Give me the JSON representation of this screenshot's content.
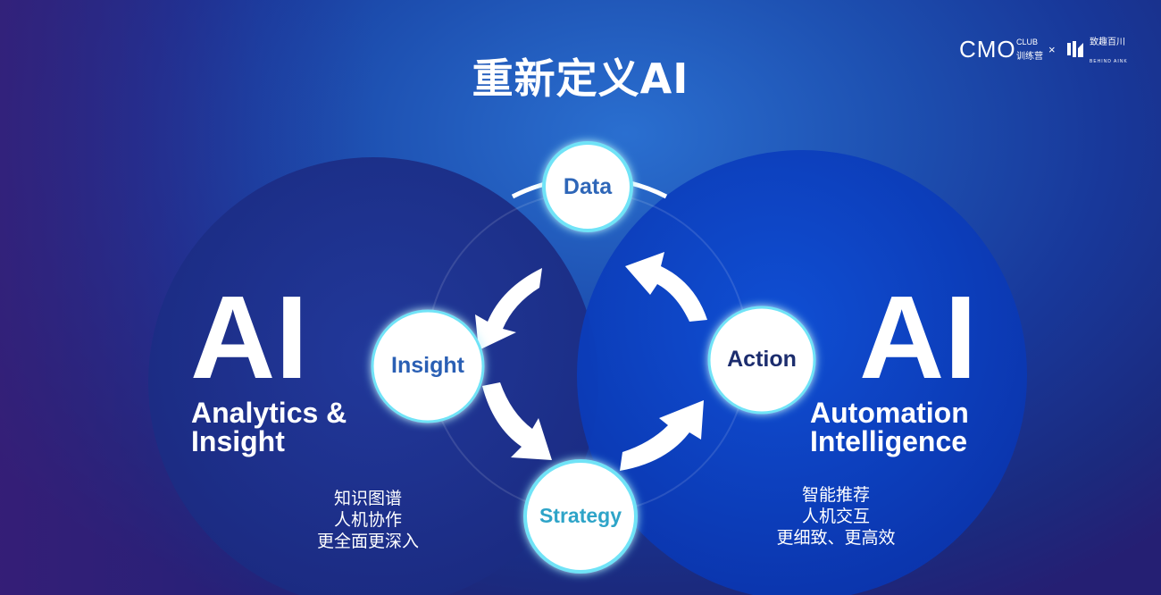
{
  "title": "重新定义AI",
  "logo": {
    "cmo": "CMO",
    "club": "CLUB",
    "club_cn": "训练营",
    "separator": "×",
    "partner_cn": "致趣百川",
    "partner_en": "BEHIND AINK"
  },
  "left": {
    "big": "AI",
    "line1": "Analytics &",
    "line2": "Insight",
    "features": [
      "知识图谱",
      "人机协作",
      "更全面更深入"
    ]
  },
  "right": {
    "big": "AI",
    "line1": "Automation",
    "line2": "Intelligence",
    "features": [
      "智能推荐",
      "人机交互",
      "更细致、更高效"
    ]
  },
  "nodes": {
    "data": "Data",
    "insight": "Insight",
    "action": "Action",
    "strategy": "Strategy"
  },
  "colors": {
    "left_circle": "#1d2f8a",
    "right_circle": "#0b3fc2",
    "node_fill": "#ffffff",
    "node_text": "#1f4aa8",
    "node_glow": "#4fd4f0"
  }
}
